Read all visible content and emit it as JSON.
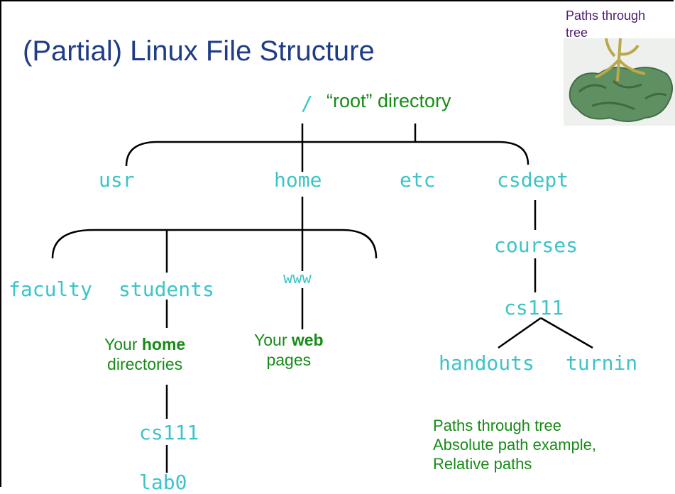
{
  "title": "(Partial) Linux File Structure",
  "caption": {
    "line1": "Paths through",
    "line2": "tree"
  },
  "root": {
    "slash": "/",
    "label": "“root” directory"
  },
  "dirs": {
    "usr": "usr",
    "home": "home",
    "etc": "etc",
    "csdept": "csdept",
    "faculty": "faculty",
    "students": "students",
    "www": "www",
    "courses": "courses",
    "cs111_dept": "cs111",
    "handouts": "handouts",
    "turnin": "turnin",
    "cs111_home": "cs111",
    "lab0": "lab0"
  },
  "notes": {
    "home_dirs": {
      "pre": "Your ",
      "bold": "home",
      "line2": "directories"
    },
    "web_pages": {
      "pre": "Your ",
      "bold": "web",
      "line2": "pages"
    }
  },
  "bottom_note": [
    "Paths through tree",
    "Absolute path example,",
    "Relative paths"
  ],
  "colors": {
    "dir": "#3cc4c8",
    "note": "#178a17",
    "title": "#1f3c87",
    "caption": "#4a1c6e"
  }
}
